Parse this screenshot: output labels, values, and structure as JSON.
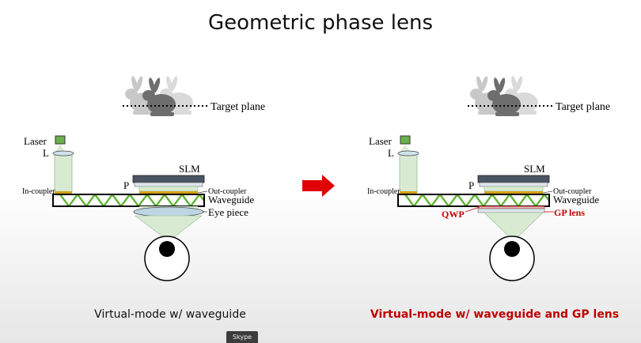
{
  "slide": {
    "title": "Geometric phase lens",
    "caption_left": "Virtual-mode w/ waveguide",
    "caption_right": "Virtual-mode w/ waveguide and GP lens"
  },
  "left_diagram": {
    "target_plane": "Target plane",
    "laser": "Laser",
    "lens": "L",
    "slm": "SLM",
    "polarizer": "P",
    "in_coupler": "In-coupler",
    "out_coupler": "Out-coupler",
    "waveguide": "Waveguide",
    "eye_piece": "Eye piece"
  },
  "right_diagram": {
    "target_plane": "Target plane",
    "laser": "Laser",
    "lens": "L",
    "slm": "SLM",
    "polarizer": "P",
    "in_coupler": "In-coupler",
    "out_coupler": "Out-coupler",
    "waveguide": "Waveguide",
    "qwp": "QWP",
    "gp_lens": "GP lens"
  },
  "colors": {
    "highlight": "#c00000",
    "arrow": "#e00000",
    "beam": "#d9ead3",
    "zigzag": "#5fb432",
    "laser": "#6ab04c",
    "slm": "#4a5563",
    "coupler": "#d4a017"
  },
  "overlay": {
    "badge": "Skype"
  }
}
